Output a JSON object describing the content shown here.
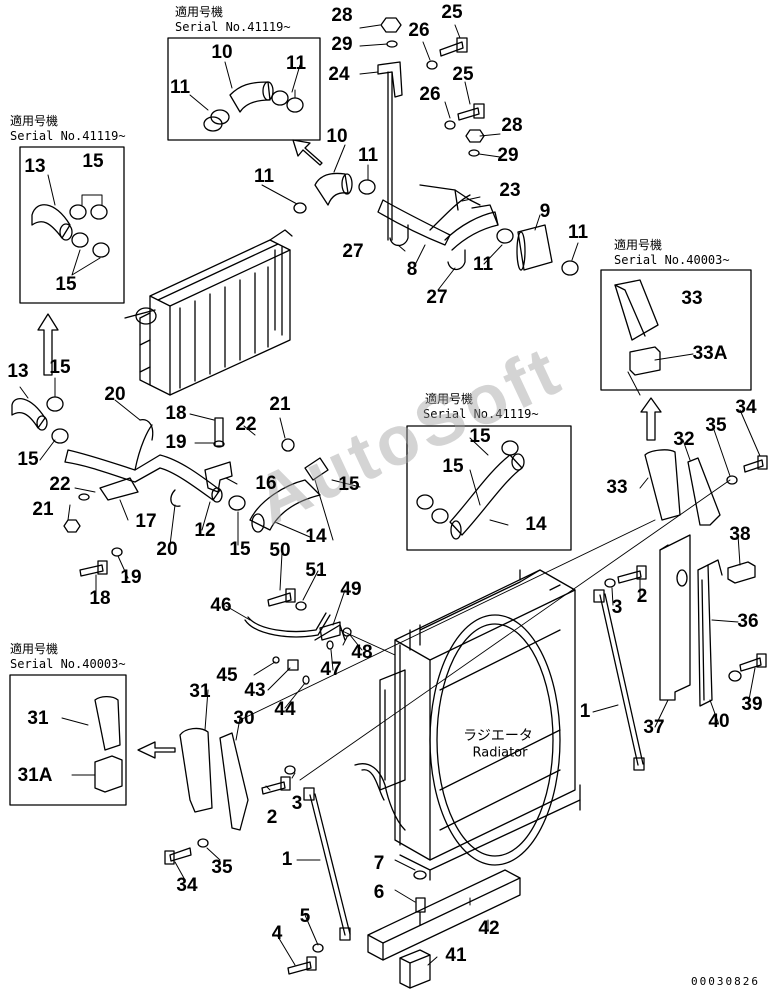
{
  "inset_notes": {
    "a": {
      "title": "適用号機",
      "serial": "Serial No.41119~"
    },
    "b": {
      "title": "適用号機",
      "serial": "Serial No.41119~"
    },
    "c": {
      "title": "適用号機",
      "serial": "Serial No.40003~"
    },
    "d": {
      "title": "適用号機",
      "serial": "Serial No.41119~"
    },
    "e": {
      "title": "適用号機",
      "serial": "Serial No.40003~"
    }
  },
  "radiator_text": {
    "jp": "ラジエータ",
    "en": "Radiator"
  },
  "watermark": "AutoSoft",
  "doc_number": "00030826",
  "parts": {
    "p1a": "1",
    "p1b": "1",
    "p2a": "2",
    "p2b": "2",
    "p3a": "3",
    "p3b": "3",
    "p4": "4",
    "p5": "5",
    "p6": "6",
    "p7": "7",
    "p8": "8",
    "p9": "9",
    "p10a": "10",
    "p10b": "10",
    "p11a": "11",
    "p11b": "11",
    "p11c": "11",
    "p11d": "11",
    "p11e": "11",
    "p11f": "11",
    "p12": "12",
    "p13a": "13",
    "p13b": "13",
    "p14a": "14",
    "p14b": "14",
    "p15a": "15",
    "p15b": "15",
    "p15c": "15",
    "p15d": "15",
    "p15e": "15",
    "p15f": "15",
    "p15g": "15",
    "p15h": "15",
    "p16": "16",
    "p17": "17",
    "p18a": "18",
    "p18b": "18",
    "p19a": "19",
    "p19b": "19",
    "p20a": "20",
    "p20b": "20",
    "p21a": "21",
    "p21b": "21",
    "p22a": "22",
    "p22b": "22",
    "p23": "23",
    "p24": "24",
    "p25a": "25",
    "p25b": "25",
    "p26a": "26",
    "p26b": "26",
    "p27a": "27",
    "p27b": "27",
    "p28a": "28",
    "p28b": "28",
    "p29a": "29",
    "p29b": "29",
    "p30": "30",
    "p31a": "31",
    "p31b": "31",
    "p31A": "31A",
    "p32": "32",
    "p33a": "33",
    "p33b": "33",
    "p33A": "33A",
    "p34a": "34",
    "p34b": "34",
    "p35a": "35",
    "p35b": "35",
    "p36": "36",
    "p37": "37",
    "p38": "38",
    "p39": "39",
    "p40": "40",
    "p41": "41",
    "p42": "42",
    "p43": "43",
    "p44": "44",
    "p45": "45",
    "p46": "46",
    "p47": "47",
    "p48": "48",
    "p49": "49",
    "p50": "50",
    "p51": "51"
  }
}
